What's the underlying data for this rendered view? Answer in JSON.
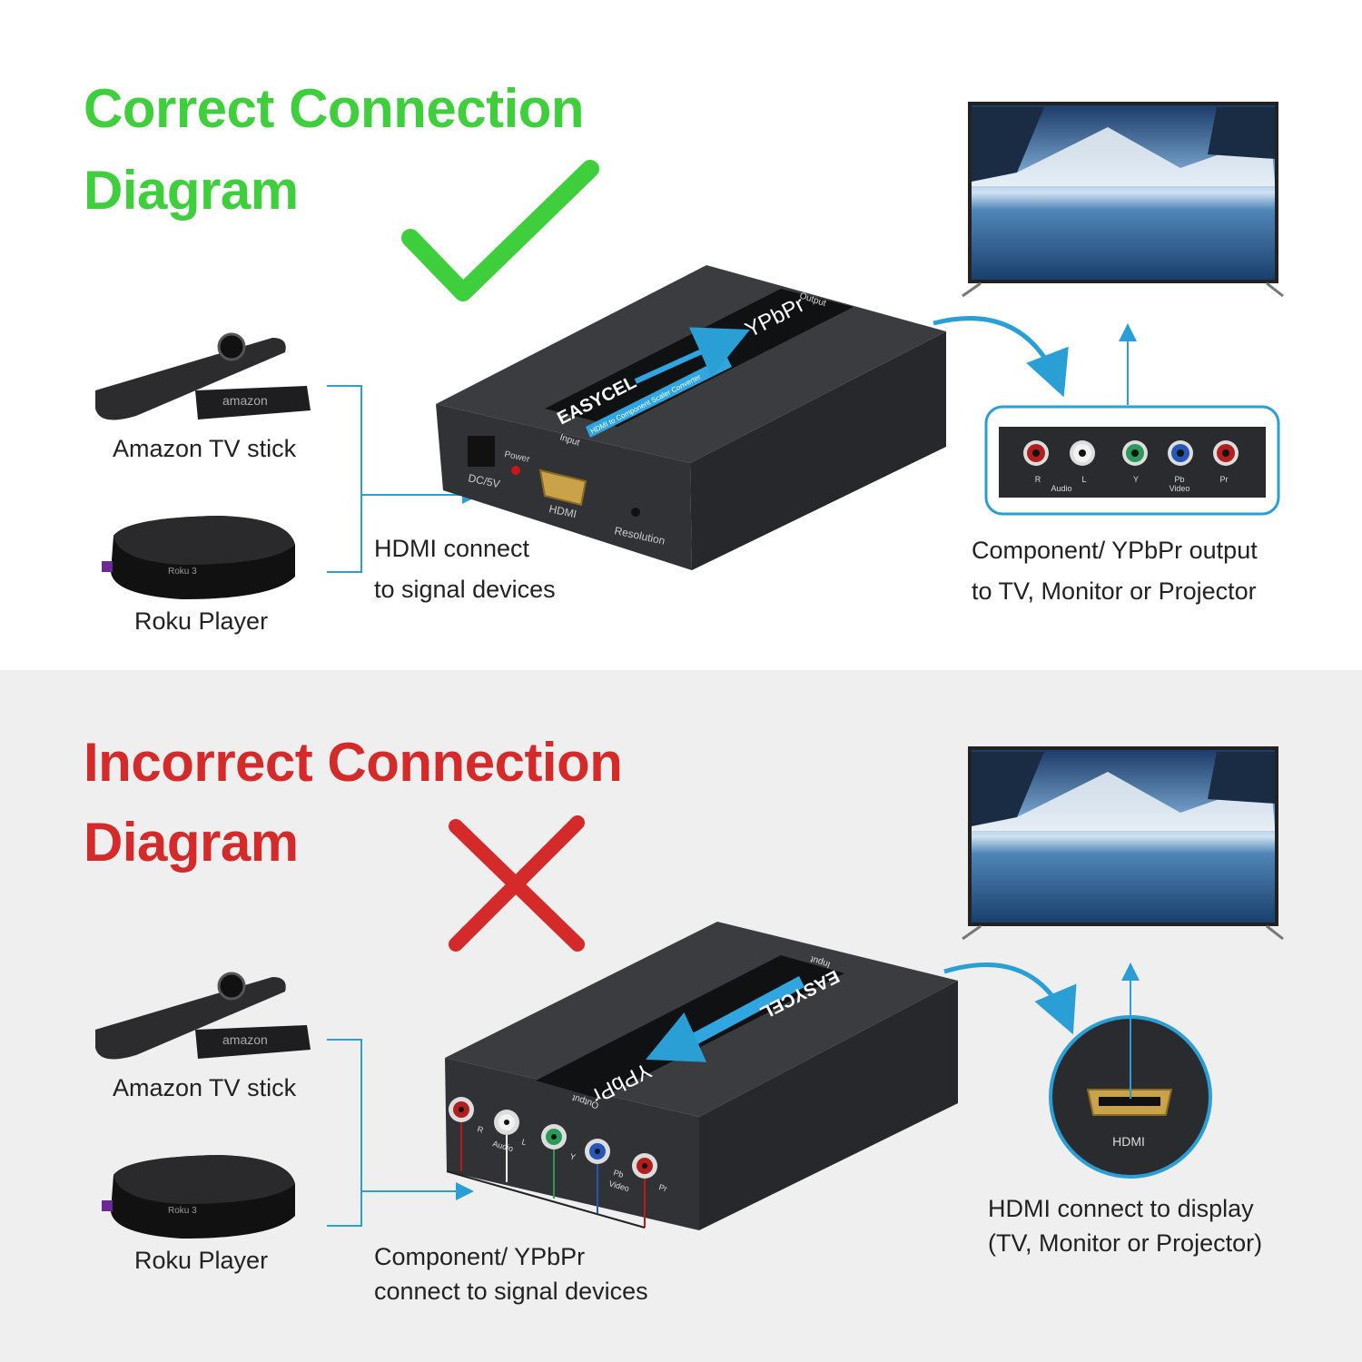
{
  "correct": {
    "title_line1": "Correct Connection",
    "title_line2": "Diagram",
    "color": "#3fcf3c",
    "mark_icon": "check-mark",
    "sources": [
      "Amazon TV stick",
      "Roku Player"
    ],
    "input_label_line1": "HDMI connect",
    "input_label_line2": "to signal devices",
    "output_label_line1": "Component/ YPbPr output",
    "output_label_line2": "to TV, Monitor or Projector",
    "device": {
      "brand": "EASYCEL",
      "subtitle": "HDMI to Component Scaler Converter",
      "signal": "YPbPr",
      "input": "Input",
      "output": "Output",
      "power": "Power",
      "dc": "DC/5V",
      "hdmi": "HDMI",
      "resolution": "Resolution"
    },
    "ports": {
      "r": "R",
      "l": "L",
      "audio": "Audio",
      "y": "Y",
      "pb": "Pb",
      "pr": "Pr",
      "video": "Video"
    }
  },
  "incorrect": {
    "title_line1": "Incorrect Connection",
    "title_line2": "Diagram",
    "color": "#d42a2a",
    "mark_icon": "x-mark",
    "sources": [
      "Amazon TV stick",
      "Roku Player"
    ],
    "input_label_line1": "Component/ YPbPr",
    "input_label_line2": "connect to signal devices",
    "output_label_line1": "HDMI connect to display",
    "output_label_line2": "(TV, Monitor or Projector)",
    "device": {
      "brand": "EASYCEL",
      "signal": "YPbPr",
      "input": "Input",
      "output": "Output",
      "hdmi": "HDMI"
    },
    "ports": {
      "r": "R",
      "l": "L",
      "audio": "Audio",
      "y": "Y",
      "pb": "Pb",
      "pr": "Pr",
      "video": "Video"
    }
  },
  "product_marks": {
    "amazon": "amazon",
    "roku": "Roku 3"
  },
  "colors": {
    "connector_blue": "#2a9fd6",
    "device_body": "#2b2d31"
  }
}
